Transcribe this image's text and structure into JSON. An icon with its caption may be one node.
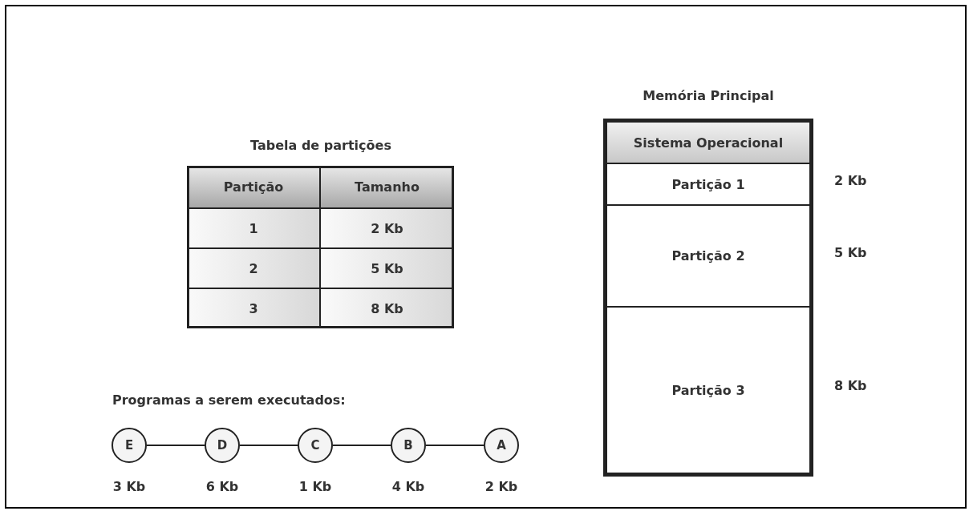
{
  "diagram": {
    "nodes": [
      {
        "text": [
          "Memória Principal"
        ]
      },
      {
        "text": [
          "Sistema Operacional"
        ],
        "in": 0
      },
      {
        "text": [
          "Partição 1"
        ],
        "in": 0,
        "beside": [
          "2 Kb"
        ]
      },
      {
        "text": [
          "Partição 2"
        ],
        "in": 0,
        "beside": [
          "5 Kb"
        ]
      },
      {
        "text": [
          "Partição 3"
        ],
        "in": 0,
        "beside": [
          "8 Kb"
        ]
      },
      {
        "text": [
          "E"
        ],
        "beside": [
          "3 Kb"
        ]
      },
      {
        "text": [
          "D"
        ],
        "beside": [
          "6 Kb"
        ]
      },
      {
        "text": [
          "C"
        ],
        "beside": [
          "1 Kb"
        ]
      },
      {
        "text": [
          "B"
        ],
        "beside": [
          "4 Kb"
        ]
      },
      {
        "text": [
          "A"
        ],
        "beside": [
          "2 Kb"
        ]
      }
    ],
    "edges": [
      {
        "from": 5,
        "to": 6,
        "arrow": "none"
      },
      {
        "from": 6,
        "to": 7,
        "arrow": "none"
      },
      {
        "from": 7,
        "to": 8,
        "arrow": "none"
      },
      {
        "from": 8,
        "to": 9,
        "arrow": "none"
      }
    ],
    "labels": [
      "Tabela de partições",
      "Partição",
      "Tamanho",
      "1",
      "2 Kb",
      "2",
      "5 Kb",
      "3",
      "8 Kb",
      "Programas a serem executados:"
    ]
  }
}
